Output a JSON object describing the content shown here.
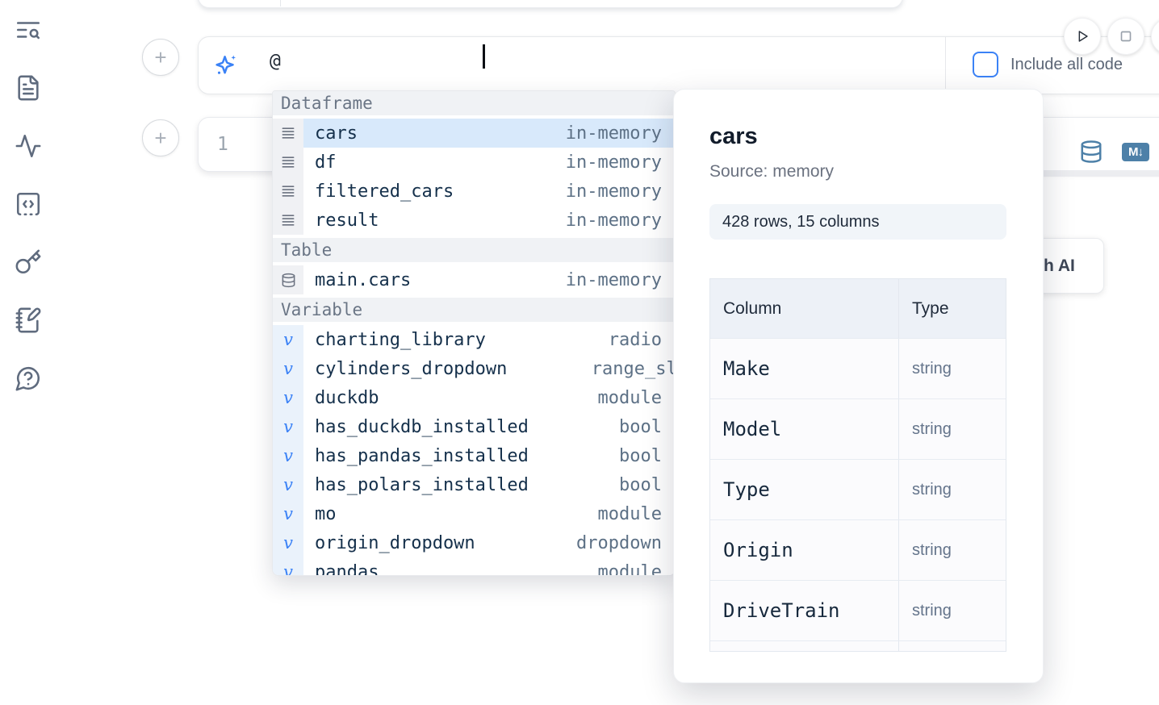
{
  "sidebar": {
    "icons": [
      {
        "name": "text-search-icon"
      },
      {
        "name": "file-text-icon"
      },
      {
        "name": "activity-icon"
      },
      {
        "name": "code-snippet-icon"
      },
      {
        "name": "key-icon"
      },
      {
        "name": "notebook-pen-icon"
      },
      {
        "name": "help-circle-icon"
      }
    ]
  },
  "toolbar": {
    "run_icon": "play-icon",
    "stop_icon": "stop-icon",
    "partial_button_icon": "hidden"
  },
  "ai_input": {
    "icon": "sparkles-icon",
    "value": "@",
    "include_all_code_label": "Include all code",
    "checkbox_checked": false
  },
  "cell": {
    "line_number": "1",
    "convert_icons": [
      "database-icon",
      "markdown-icon"
    ],
    "markdown_badge_text": "M↓"
  },
  "generate_ai_button": {
    "visible_label": "h AI"
  },
  "autocomplete": {
    "sections": [
      {
        "label": "Dataframe",
        "kind": "dataframe",
        "items": [
          {
            "name": "cars",
            "type": "in-memory",
            "selected": true
          },
          {
            "name": "df",
            "type": "in-memory"
          },
          {
            "name": "filtered_cars",
            "type": "in-memory"
          },
          {
            "name": "result",
            "type": "in-memory"
          }
        ]
      },
      {
        "label": "Table",
        "kind": "table",
        "items": [
          {
            "name": "main.cars",
            "type": "in-memory"
          }
        ]
      },
      {
        "label": "Variable",
        "kind": "variable",
        "items": [
          {
            "name": "charting_library",
            "type": "radio"
          },
          {
            "name": "cylinders_dropdown",
            "type": "range_sli",
            "truncated": true
          },
          {
            "name": "duckdb",
            "type": "module"
          },
          {
            "name": "has_duckdb_installed",
            "type": "bool"
          },
          {
            "name": "has_pandas_installed",
            "type": "bool"
          },
          {
            "name": "has_polars_installed",
            "type": "bool"
          },
          {
            "name": "mo",
            "type": "module"
          },
          {
            "name": "origin_dropdown",
            "type": "dropdown"
          },
          {
            "name": "pandas",
            "type": "module",
            "clipped": true
          }
        ]
      }
    ]
  },
  "preview": {
    "title": "cars",
    "source": "Source: memory",
    "shape_badge": "428 rows, 15 columns",
    "table": {
      "headers": [
        "Column",
        "Type"
      ],
      "rows": [
        {
          "column": "Make",
          "type": "string"
        },
        {
          "column": "Model",
          "type": "string"
        },
        {
          "column": "Type",
          "type": "string"
        },
        {
          "column": "Origin",
          "type": "string"
        },
        {
          "column": "DriveTrain",
          "type": "string"
        },
        {
          "column": "",
          "type": ""
        }
      ]
    }
  },
  "colors": {
    "accent_blue": "#3b82f6",
    "steel_blue": "#4d80a8",
    "selected_row": "#d8e9fb",
    "section_header_bg": "#f0f2f5",
    "slate_icon": "#5f6b7e"
  }
}
